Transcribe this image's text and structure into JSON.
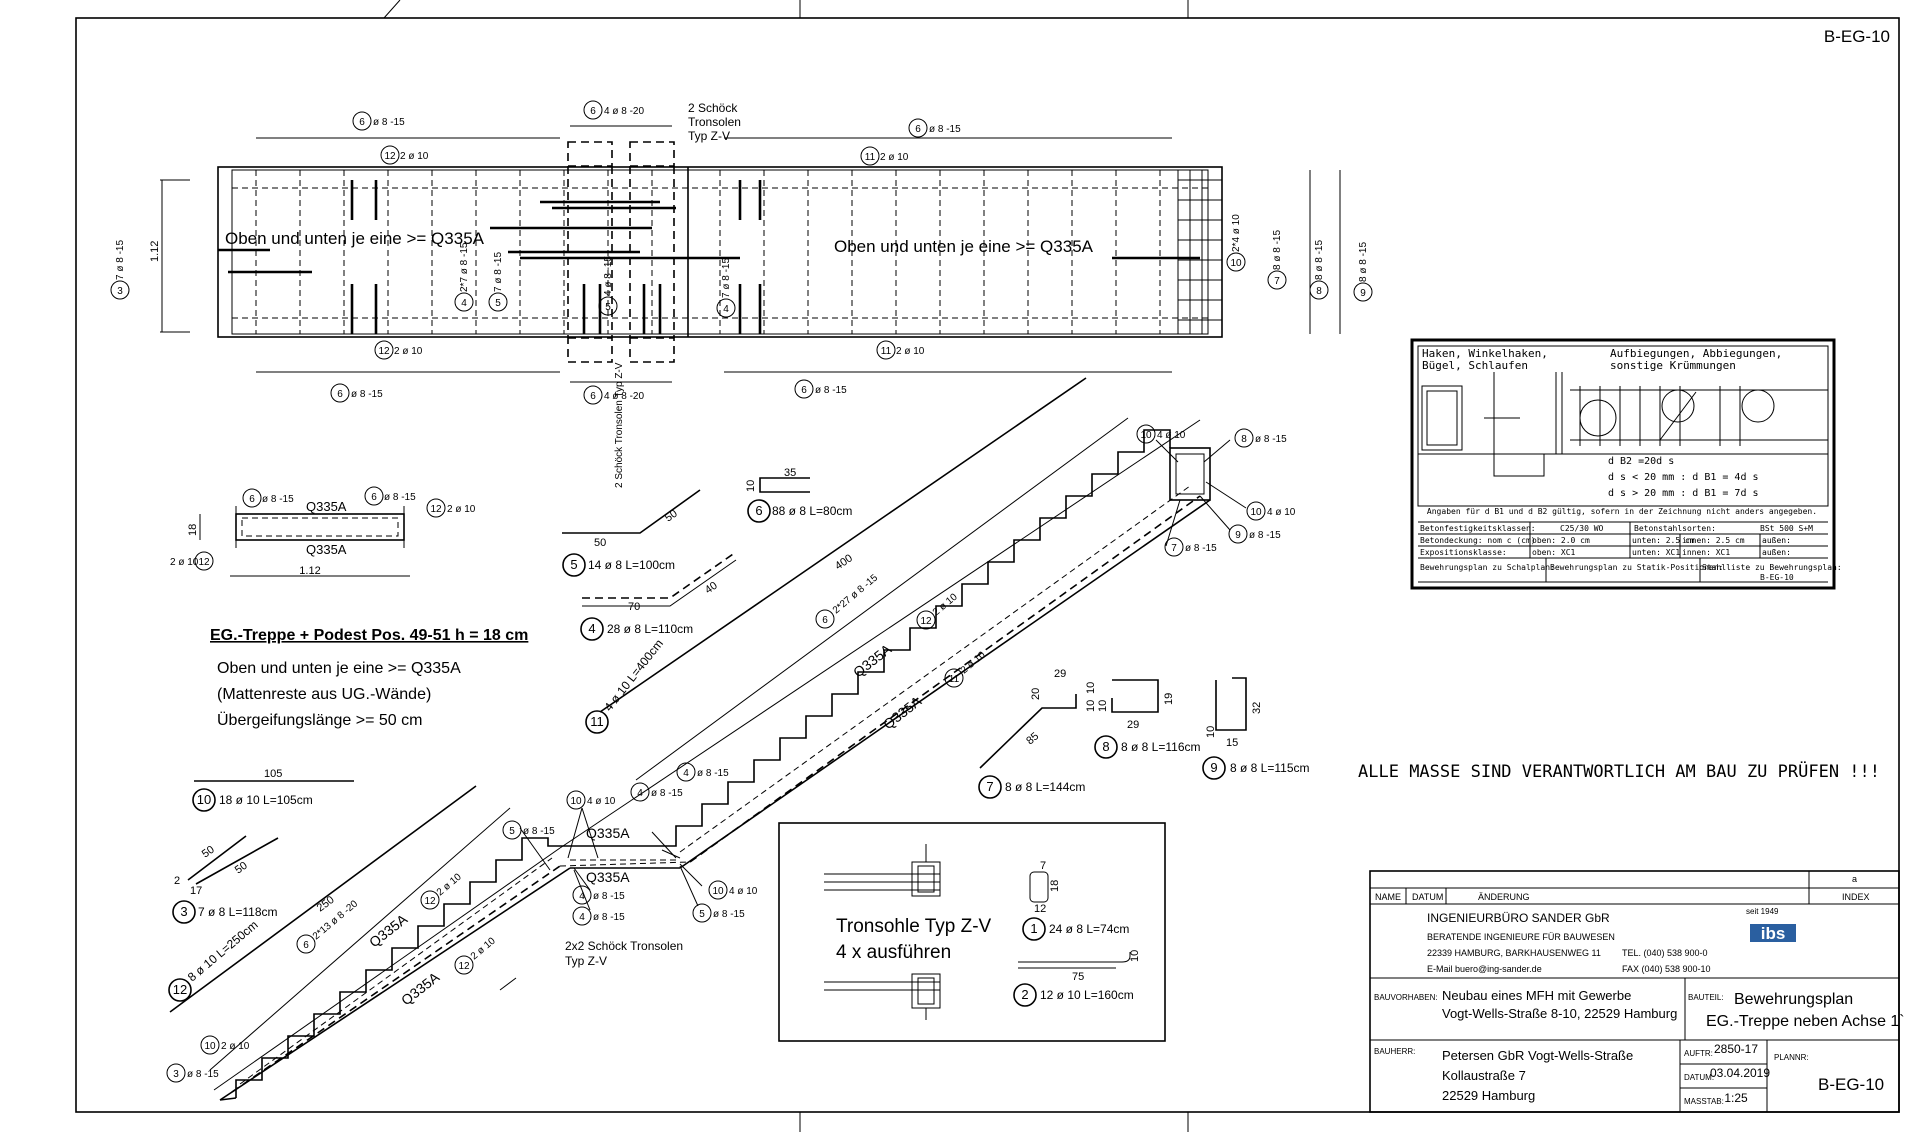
{
  "sheet": {
    "plan_code": "B-EG-10",
    "notice": "ALLE MASSE SIND VERANTWORTLICH AM BAU ZU PRÜFEN !!!"
  },
  "plan_view": {
    "mesh_left": "Oben und unten je eine >= Q335A",
    "mesh_right": "Oben und unten je eine >= Q335A",
    "width_dim": "1.12",
    "tronsolen_label": [
      "2 Schöck",
      "Tronsolen",
      "Typ Z-V"
    ],
    "callouts": [
      {
        "n": "6",
        "t": "ø 8 -15"
      },
      {
        "n": "12",
        "t": "2 ø 10"
      },
      {
        "n": "6",
        "t": "4 ø 8 -20"
      },
      {
        "n": "6",
        "t": "ø 8 -15"
      },
      {
        "n": "11",
        "t": "2 ø 10"
      },
      {
        "n": "3",
        "t": "7 ø 8 -15"
      },
      {
        "n": "4",
        "t": "2*7 ø 8 -15"
      },
      {
        "n": "5",
        "t": "7 ø 8 -15"
      },
      {
        "n": "5",
        "t": "4 ø 8 -15"
      },
      {
        "n": "4",
        "t": "7 ø 8 -15"
      },
      {
        "n": "10",
        "t": "2*4 ø 10"
      },
      {
        "n": "7",
        "t": "8 ø 8 -15"
      },
      {
        "n": "8",
        "t": "8 ø 8 -15"
      },
      {
        "n": "9",
        "t": "8 ø 8 -15"
      },
      {
        "n": "12",
        "t": "2 ø 10"
      },
      {
        "n": "11",
        "t": "2 ø 10"
      },
      {
        "n": "6",
        "t": "ø 8 -15"
      },
      {
        "n": "6",
        "t": "4 ø 8 -20"
      },
      {
        "n": "6",
        "t": "ø 8 -15"
      }
    ]
  },
  "section_small": {
    "mesh_top": "Q335A",
    "mesh_bottom": "Q335A",
    "height": "18",
    "width": "1.12",
    "c1": {
      "n": "6",
      "t": "ø 8 -15"
    },
    "c2": {
      "n": "6",
      "t": "ø 8 -15"
    },
    "c3": {
      "n": "12",
      "t": "2 ø 10"
    },
    "c4": {
      "n": "12",
      "t": "2 ø 10"
    }
  },
  "title_block_text": {
    "heading": "EG.-Treppe + Podest Pos. 49-51  h = 18 cm",
    "lines": [
      "Oben und unten je eine >= Q335A",
      "(Mattenreste aus UG.-Wände)",
      "Übergeifungslänge >= 50 cm"
    ]
  },
  "bars": {
    "b6": {
      "n": "6",
      "t": "88 ø 8 L=80cm",
      "d1": "35",
      "d2": "10"
    },
    "b5": {
      "n": "5",
      "t": "14 ø 8 L=100cm",
      "d1": "50",
      "d2": "50",
      "rot": "2 Schöck Tronsolen Typ Z-V"
    },
    "b4": {
      "n": "4",
      "t": "28 ø 8 L=110cm",
      "d1": "70",
      "d2": "40"
    },
    "b11": {
      "n": "11",
      "t": "4 ø 10 L=400cm",
      "d1": "400"
    },
    "b10": {
      "n": "10",
      "t": "18 ø 10 L=105cm",
      "d1": "105"
    },
    "b3": {
      "n": "3",
      "t": "7 ø 8 L=118cm",
      "d1": "50",
      "d2": "50",
      "d3": "2",
      "d4": "17"
    },
    "b12": {
      "n": "12",
      "t": "8 ø 10 L=250cm",
      "d1": "250"
    },
    "b7": {
      "n": "7",
      "t": "8 ø 8 L=144cm",
      "d1": "85",
      "d2": "29",
      "d3": "20",
      "d4": "10"
    },
    "b8": {
      "n": "8",
      "t": "8 ø 8 L=116cm",
      "d1": "10",
      "d2": "19",
      "d3": "29",
      "d4": "10"
    },
    "b9": {
      "n": "9",
      "t": "8 ø 8 L=115cm",
      "d1": "10",
      "d2": "32",
      "d3": "15"
    },
    "b1": {
      "n": "1",
      "t": "24 ø 8 L=74cm",
      "d1": "18",
      "d2": "12",
      "d3": "7"
    },
    "b2": {
      "n": "2",
      "t": "12 ø 10 L=160cm",
      "d1": "75",
      "d2": "10"
    }
  },
  "stair_section": {
    "mesh_labels": [
      "Q335A",
      "Q335A",
      "Q335A",
      "Q335A",
      "Q335A",
      "Q335A"
    ],
    "tronsolen": [
      "2x2 Schöck Tronsolen",
      "Typ Z-V"
    ],
    "callouts": [
      {
        "n": "10",
        "t": "4 ø 10"
      },
      {
        "n": "8",
        "t": "ø 8 -15"
      },
      {
        "n": "10",
        "t": "4 ø 10"
      },
      {
        "n": "9",
        "t": "ø 8 -15"
      },
      {
        "n": "7",
        "t": "ø 8 -15"
      },
      {
        "n": "6",
        "t": "2*27 ø 8 -15"
      },
      {
        "n": "12",
        "t": "2 ø 10"
      },
      {
        "n": "11",
        "t": "2 ø 10"
      },
      {
        "n": "4",
        "t": "ø 8 -15"
      },
      {
        "n": "4",
        "t": "ø 8 -15"
      },
      {
        "n": "10",
        "t": "4 ø 10"
      },
      {
        "n": "5",
        "t": "ø 8 -15"
      },
      {
        "n": "4",
        "t": "ø 8 -15"
      },
      {
        "n": "4",
        "t": "ø 8 -15"
      },
      {
        "n": "10",
        "t": "4 ø 10"
      },
      {
        "n": "5",
        "t": "ø 8 -15"
      },
      {
        "n": "12",
        "t": "2 ø 10"
      },
      {
        "n": "6",
        "t": "2*13 ø 8 -20"
      },
      {
        "n": "12",
        "t": "2 ø 10"
      },
      {
        "n": "10",
        "t": "2 ø 10"
      },
      {
        "n": "3",
        "t": "ø 8 -15"
      }
    ]
  },
  "tronsole_box": {
    "line1": "Tronsohle Typ Z-V",
    "line2": "4 x ausführen"
  },
  "legend": {
    "t1": "Haken, Winkelhaken,",
    "t2": "Bügel, Schlaufen",
    "t3": "Aufbiegungen, Abbiegungen,",
    "t4": "sonstige Krümmungen",
    "f1": "d B2 =20d s",
    "f2": "d s < 20 mm : d B1 = 4d s",
    "f3": "d s > 20 mm : d B1 = 7d s",
    "note": "Angaben für d B1 und d B2 gültig, sofern in der Zeichnung nicht anders angegeben.",
    "rows": [
      [
        "Betonfestigkeitsklassen:",
        "C25/30 WO",
        "Betonstahlsorten:",
        "BSt 500 S+M"
      ],
      [
        "Betondeckung: nom c (cm)",
        "oben:  2.0 cm",
        "unten: 2.5 cm",
        "innen:  2.5 cm",
        "außen:"
      ],
      [
        "Expositionsklasse:",
        "oben:  XC1",
        "unten: XC1",
        "innen:  XC1",
        "außen:"
      ],
      [
        "Bewehrungsplan zu Schalplan:",
        "Bewehrungsplan zu Statik-Positionen:",
        "Stahlliste zu Bewehrungsplan:",
        "B-EG-10"
      ]
    ]
  },
  "title_block": {
    "rev_a": "a",
    "h_name": "NAME",
    "h_date": "DATUM",
    "h_change": "ÄNDERUNG",
    "h_index": "INDEX",
    "firm": "INGENIEURBÜRO SANDER GbR",
    "firm_sub": "BERATENDE INGENIEURE FÜR BAUWESEN",
    "addr": "22339 HAMBURG, BARKHAUSENWEG 11",
    "tel": "TEL. (040) 538 900-0",
    "mail": "E-Mail buero@ing-sander.de",
    "fax": "FAX (040) 538 900-10",
    "since": "seit 1949",
    "logo": "ibs",
    "bv_label": "BAUVORHABEN:",
    "bv1": "Neubau eines MFH mit Gewerbe",
    "bv2": "Vogt-Wells-Straße 8-10, 22529 Hamburg",
    "bt_label": "BAUTEIL:",
    "bt1": "Bewehrungsplan",
    "bt2": "EG.-Treppe neben Achse 1`",
    "bh_label": "BAUHERR:",
    "bh1": "Petersen GbR Vogt-Wells-Straße",
    "bh2": "Kollaustraße 7",
    "bh3": "22529 Hamburg",
    "auftr_label": "AUFTR:",
    "auftr": "2850-17",
    "datum_label": "DATUM:",
    "datum": "03.04.2019",
    "mass_label": "MASSTAB:",
    "mass": "1:25",
    "plannr_label": "PLANNR:",
    "plannr": "B-EG-10"
  }
}
